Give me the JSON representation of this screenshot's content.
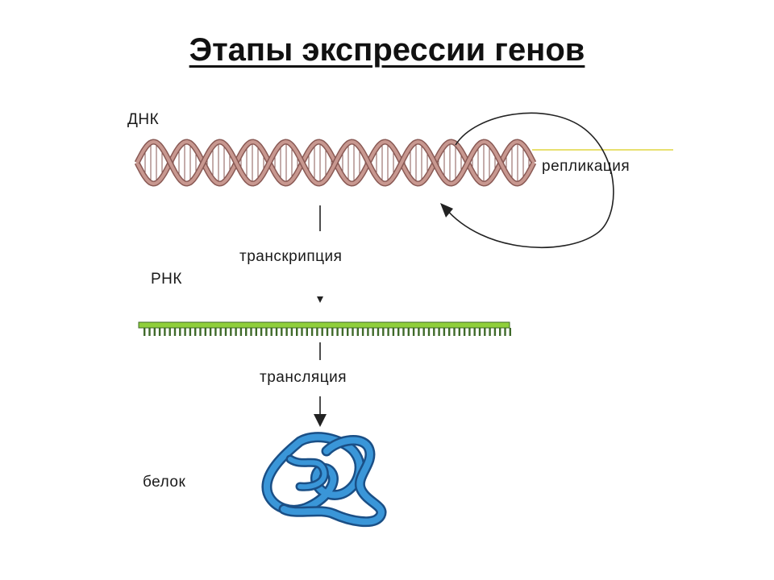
{
  "title": "Этапы экспрессии генов",
  "labels": {
    "dna": "ДНК",
    "replication": "репликация",
    "transcription": "транскрипция",
    "rna": "РНК",
    "translation": "трансляция",
    "protein": "белок"
  },
  "colors": {
    "dna_strand": "#c89890",
    "dna_strand_dark": "#8a5a55",
    "rna_backbone": "#8fcf3a",
    "rna_teeth": "#3f6a2a",
    "protein": "#2f86c8",
    "protein_dark": "#1a4f86",
    "arrow": "#222222"
  },
  "icons": {
    "replication_arrow": "circular-arrow-icon",
    "protein_shape": "folded-protein-icon"
  }
}
